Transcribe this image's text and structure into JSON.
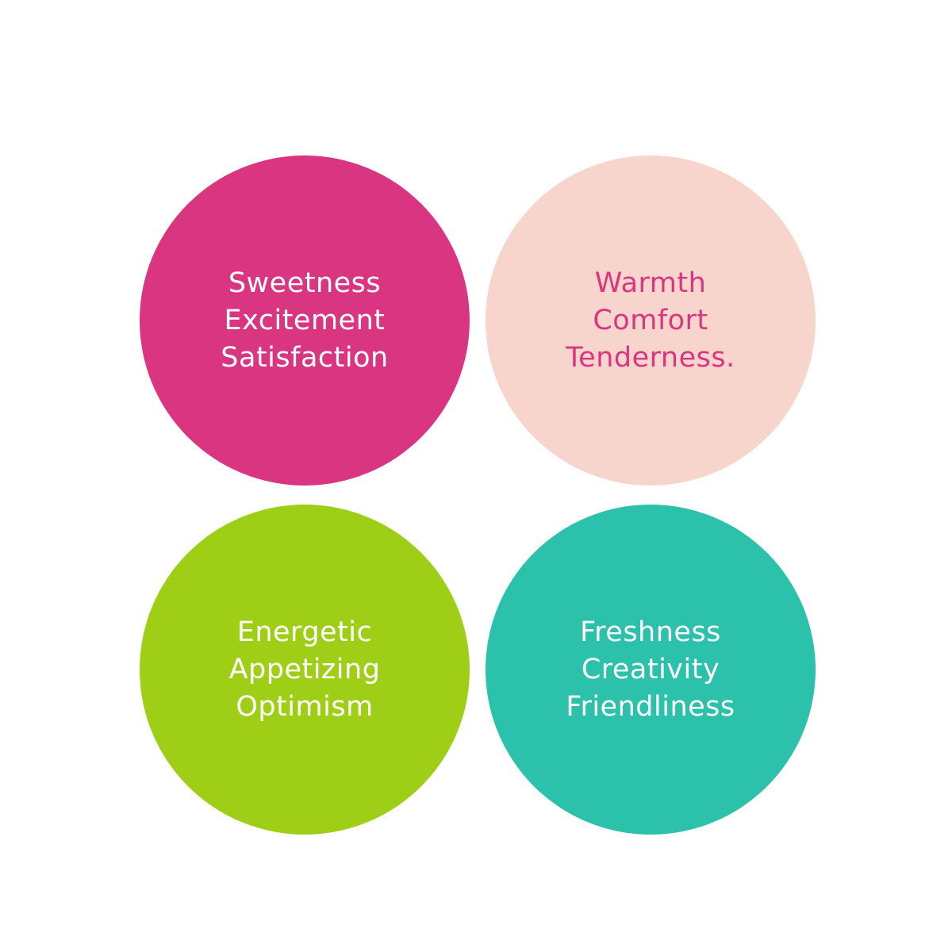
{
  "circles": [
    {
      "color": "#D93580",
      "text_color": "#FFFFFF",
      "words": [
        "Sweetness",
        "Excitement",
        "Satisfaction"
      ]
    },
    {
      "color": "#F8D5CC",
      "text_color": "#D93580",
      "words": [
        "Warmth",
        "Comfort",
        "Tenderness."
      ]
    },
    {
      "color": "#9ECF16",
      "text_color": "#FFFFFF",
      "words": [
        "Energetic",
        "Appetizing",
        "Optimism"
      ]
    },
    {
      "color": "#2BC1AA",
      "text_color": "#FFFFFF",
      "words": [
        "Freshness",
        "Creativity",
        "Friendliness"
      ]
    }
  ]
}
